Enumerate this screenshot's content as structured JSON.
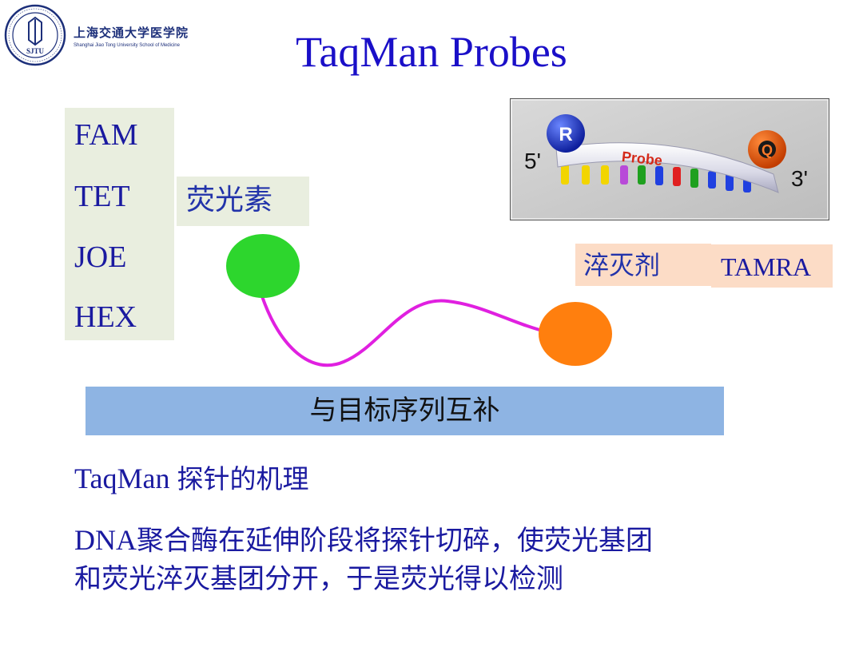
{
  "header": {
    "logo_cn": "上海交通大学医学院",
    "logo_en": "Shanghai Jiao Tong University School of Medicine",
    "seal_text": "SJTU"
  },
  "title": "TaqMan Probes",
  "fluorophores": [
    "FAM",
    "TET",
    "JOE",
    "HEX"
  ],
  "fluorescein_label": "荧光素",
  "probe_image": {
    "reporter": "R",
    "quencher": "Q",
    "probe_text": "Probe",
    "five_prime": "5'",
    "three_prime": "3'"
  },
  "quencher_label": "淬灭剂",
  "quencher_name": "TAMRA",
  "complement_bar": "与目标序列互补",
  "mechanism_caption": {
    "en": "TaqMan",
    "cn": "探针的机理"
  },
  "description": {
    "line1_en": "DNA",
    "line1_cn": "聚合酶在延伸阶段将探针切碎，使荧光基团",
    "line2": "和荧光淬灭基团分开，于是荧光得以检测"
  },
  "colors": {
    "title": "#1a0fc8",
    "text": "#1a1aa0",
    "fluor_circle": "#2dd62d",
    "quench_circle": "#ff7f0e",
    "linker": "#e020e0",
    "bar": "#8eb4e3"
  }
}
